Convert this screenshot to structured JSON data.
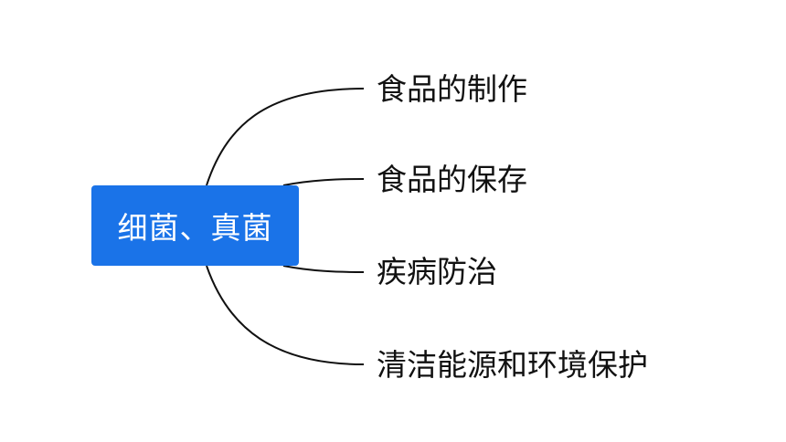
{
  "mindmap": {
    "root": {
      "label": "细菌、真菌",
      "color": "#1a73e8",
      "text_color": "#ffffff"
    },
    "branches": [
      {
        "label": "食品的制作"
      },
      {
        "label": "食品的保存"
      },
      {
        "label": "疾病防治"
      },
      {
        "label": "清洁能源和环境保护"
      }
    ],
    "connector_color": "#111111"
  }
}
